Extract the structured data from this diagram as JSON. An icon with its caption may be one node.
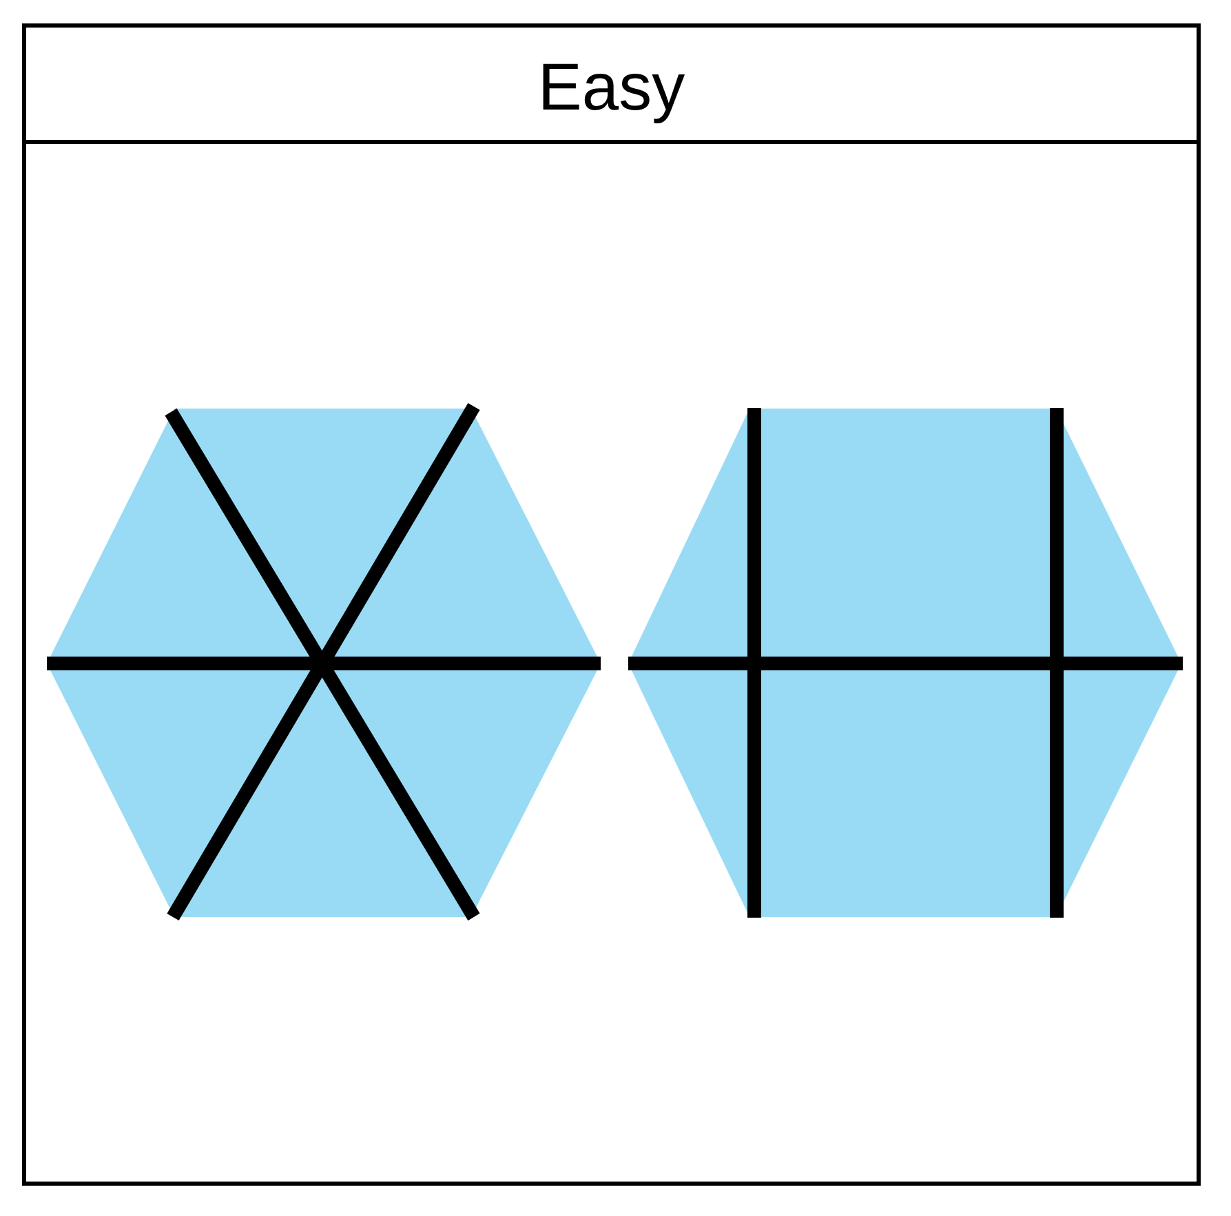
{
  "diagram": {
    "title": "Easy",
    "nodes": [
      {
        "text": [],
        "shape": "hexagon"
      },
      {
        "text": [],
        "shape": "hexagon"
      }
    ]
  }
}
